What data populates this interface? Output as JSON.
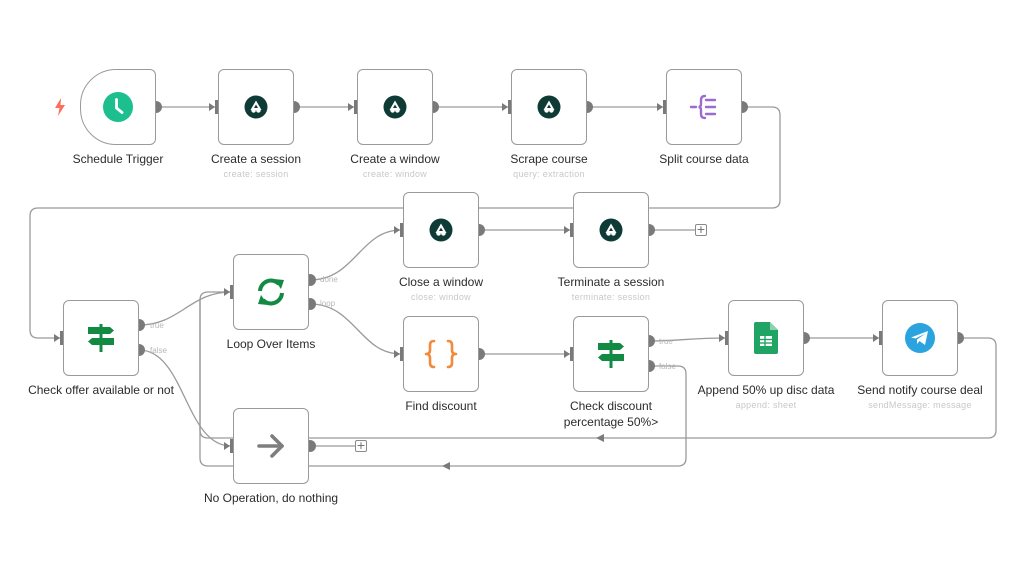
{
  "workflow": {
    "colors": {
      "edge": "#9a9a9a",
      "handle": "#7a7a7a",
      "trigger_bolt": "#ff6d5a",
      "clock_green": "#1dbf8e",
      "airtop_dark": "#0f3b36",
      "split_purple": "#9b6bd1",
      "if_green": "#138a44",
      "code_orange": "#f08a3c",
      "noop_gray": "#7e7e7e",
      "sheets_green": "#20a464",
      "telegram_blue": "#2aa3df"
    },
    "nodes": [
      {
        "id": "schedule",
        "label": "Schedule Trigger",
        "subtitle": "",
        "icon": "clock-icon"
      },
      {
        "id": "create-session",
        "label": "Create a session",
        "subtitle": "create: session",
        "icon": "airtop-icon"
      },
      {
        "id": "create-window",
        "label": "Create a window",
        "subtitle": "create: window",
        "icon": "airtop-icon"
      },
      {
        "id": "scrape",
        "label": "Scrape course",
        "subtitle": "query: extraction",
        "icon": "airtop-icon"
      },
      {
        "id": "split",
        "label": "Split course data",
        "subtitle": "",
        "icon": "split-out-icon"
      },
      {
        "id": "close-window",
        "label": "Close a window",
        "subtitle": "close: window",
        "icon": "airtop-icon"
      },
      {
        "id": "terminate",
        "label": "Terminate a session",
        "subtitle": "terminate: session",
        "icon": "airtop-icon"
      },
      {
        "id": "check-offer",
        "label": "Check offer available or not",
        "subtitle": "",
        "icon": "if-signpost-icon"
      },
      {
        "id": "loop",
        "label": "Loop Over Items",
        "subtitle": "",
        "icon": "loop-icon"
      },
      {
        "id": "find-discount",
        "label": "Find discount",
        "subtitle": "",
        "icon": "code-braces-icon"
      },
      {
        "id": "check-discount",
        "label": "Check discount percentage 50%>",
        "subtitle": "",
        "icon": "if-signpost-icon"
      },
      {
        "id": "append",
        "label": "Append 50% up disc data",
        "subtitle": "append: sheet",
        "icon": "google-sheets-icon"
      },
      {
        "id": "notify",
        "label": "Send notify course deal",
        "subtitle": "sendMessage: message",
        "icon": "telegram-icon"
      },
      {
        "id": "noop",
        "label": "No Operation, do nothing",
        "subtitle": "",
        "icon": "arrow-right-icon"
      }
    ],
    "output_labels": {
      "loop_done": "done",
      "loop_loop": "loop",
      "check_offer_true": "true",
      "check_offer_false": "false",
      "check_discount_true": "true",
      "check_discount_false": "false"
    },
    "add_button_symbol": "+"
  }
}
